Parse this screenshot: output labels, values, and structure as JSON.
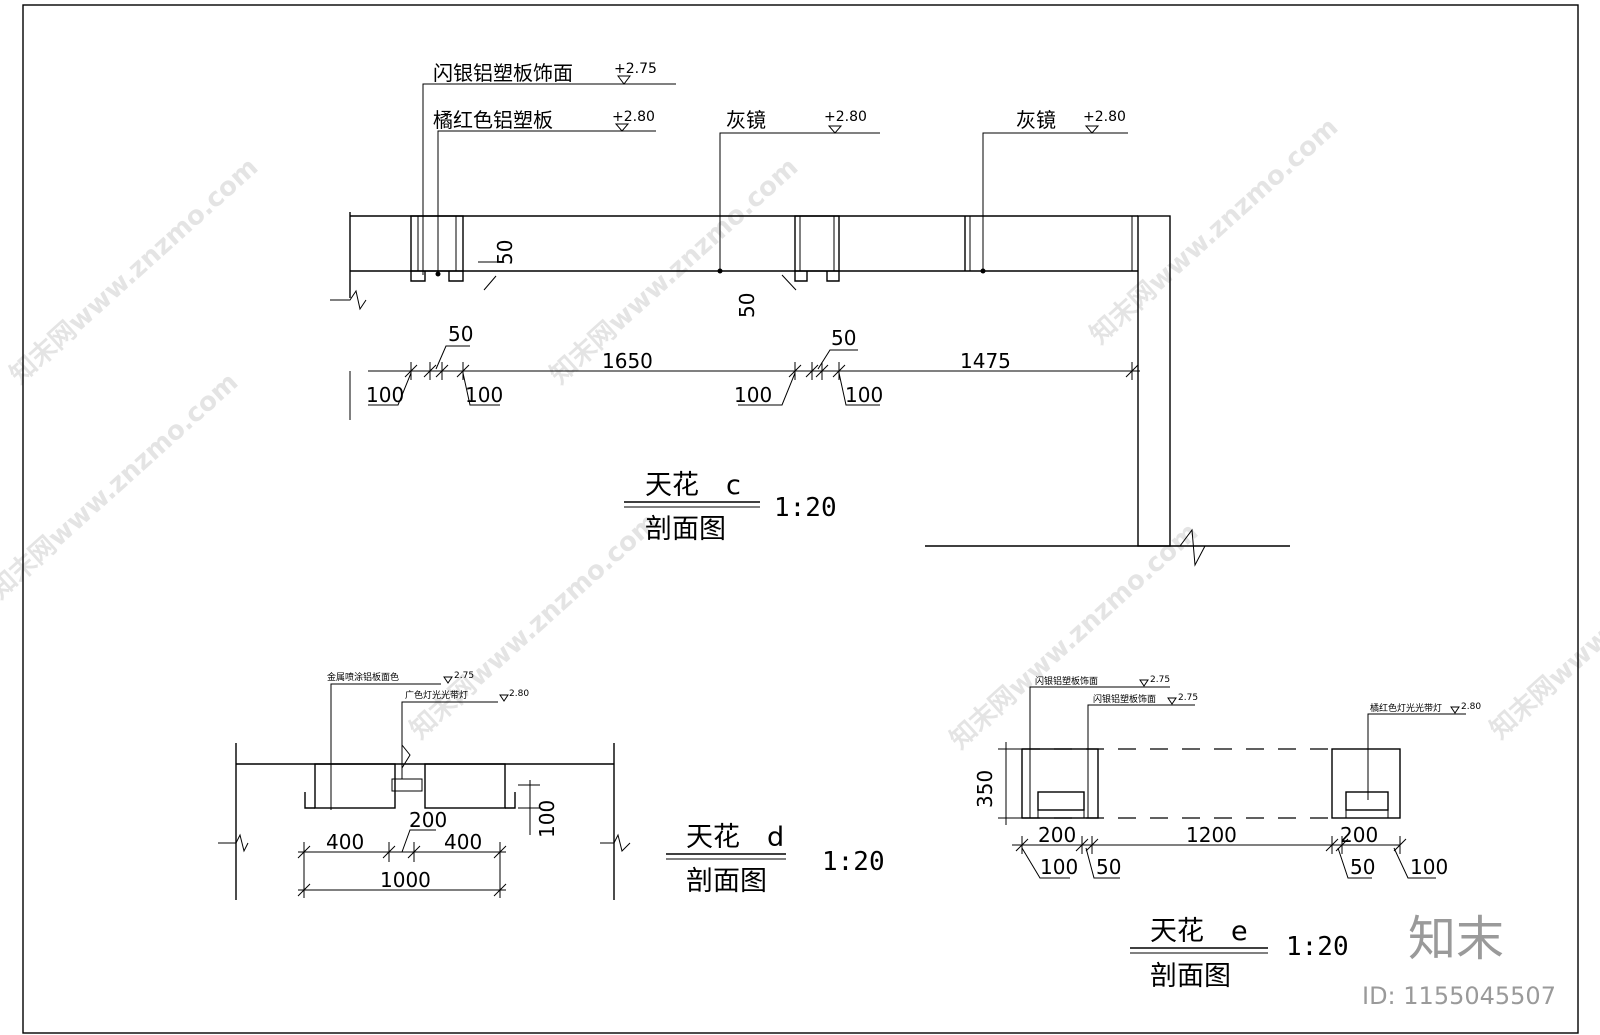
{
  "section_c": {
    "labels": [
      "闪银铝塑板饰面",
      "橘红色铝塑板",
      "灰镜",
      "灰镜"
    ],
    "elevations": [
      "+2.75",
      "+2.80",
      "+2.80",
      "+2.80"
    ],
    "dims_top": [
      "50",
      "50"
    ],
    "dims_vertical": [
      "50",
      "50"
    ],
    "dims_spans": [
      "1650",
      "1475"
    ],
    "dims_bottom": [
      "100",
      "100",
      "100",
      "100"
    ],
    "title": "天花　c",
    "subtitle": "剖面图",
    "scale": "1:20"
  },
  "section_d": {
    "labels": [
      "金属喷涂铝板面色",
      "广色灯光光带灯"
    ],
    "elevations": [
      "2.75",
      "2.80"
    ],
    "dims": [
      "200",
      "400",
      "400",
      "1000",
      "100"
    ],
    "title": "天花　d",
    "subtitle": "剖面图",
    "scale": "1:20"
  },
  "section_e": {
    "labels": [
      "闪银铝塑板饰面",
      "闪银铝塑板饰面",
      "橘红色灯光光带灯"
    ],
    "elevations": [
      "2.75",
      "2.75",
      "2.80"
    ],
    "dims": [
      "350",
      "200",
      "1200",
      "200",
      "100",
      "50",
      "50",
      "100"
    ],
    "title": "天花　e",
    "subtitle": "剖面图",
    "scale": "1:20"
  },
  "watermark": {
    "text": "知末网www.znzmo.com",
    "brand": "知末",
    "id": "ID: 1155045507"
  }
}
